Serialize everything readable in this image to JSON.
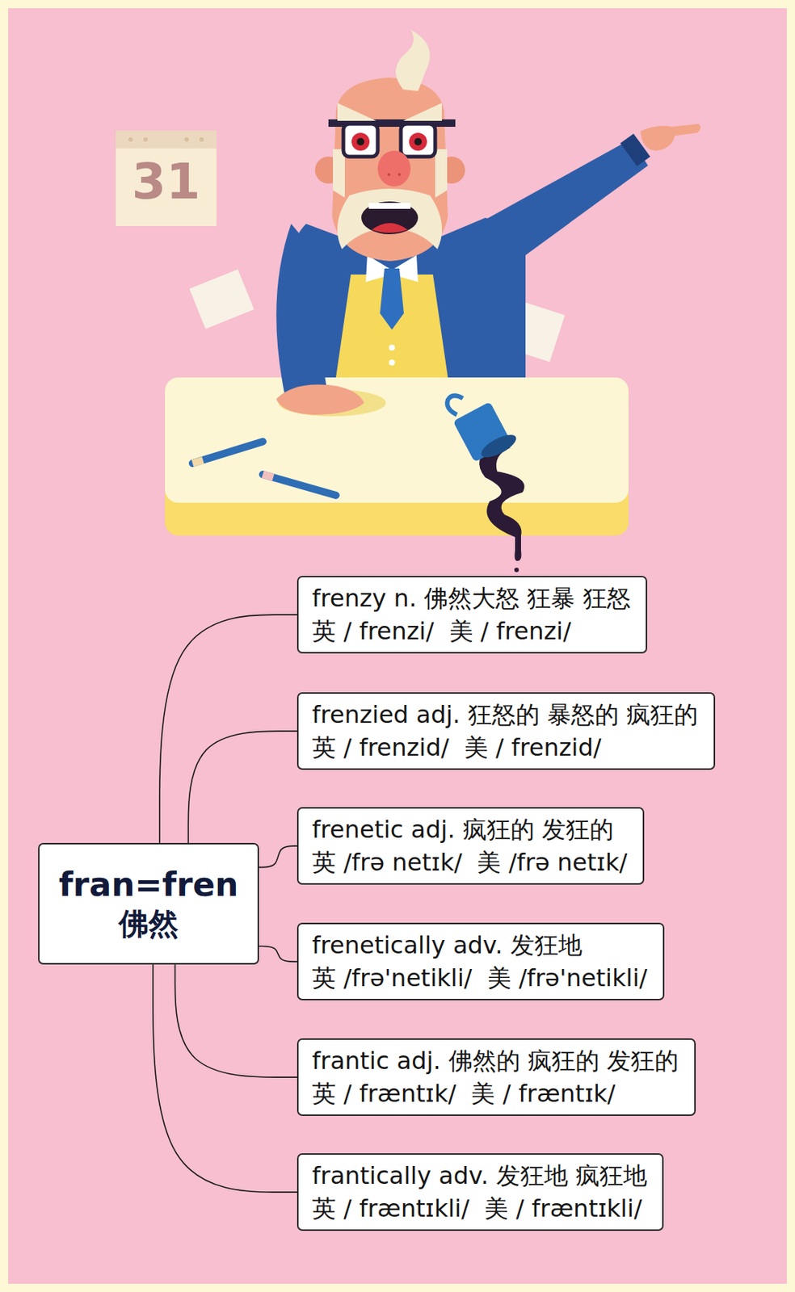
{
  "diagram": {
    "nodes": [
      {
        "text": [
          "fran=fren",
          "佛然"
        ]
      },
      {
        "text": [
          "frenzy n. 佛然大怒 狂暴 狂怒",
          "英 / frenzi/  美 / frenzi/"
        ]
      },
      {
        "text": [
          "frenzied adj. 狂怒的 暴怒的 疯狂的",
          "英 / frenzid/  美 / frenzid/"
        ]
      },
      {
        "text": [
          "frenetic adj. 疯狂的 发狂的",
          "英 /frə netɪk/  美 /frə netɪk/"
        ]
      },
      {
        "text": [
          "frenetically adv. 发狂地",
          "英 /frə'netikli/  美 /frə'netikli/"
        ]
      },
      {
        "text": [
          "frantic adj. 佛然的 疯狂的 发狂的",
          "英 / fræntɪk/  美 / fræntɪk/"
        ]
      },
      {
        "text": [
          "frantically adv. 发狂地 疯狂地",
          "英 / fræntɪkli/  美 / fræntɪkli/"
        ]
      }
    ],
    "edges": [
      {
        "from": 0,
        "to": 1,
        "arrow": "none"
      },
      {
        "from": 0,
        "to": 2,
        "arrow": "none"
      },
      {
        "from": 0,
        "to": 3,
        "arrow": "none"
      },
      {
        "from": 0,
        "to": 4,
        "arrow": "none"
      },
      {
        "from": 0,
        "to": 5,
        "arrow": "none"
      },
      {
        "from": 0,
        "to": 6,
        "arrow": "none"
      }
    ],
    "labels": [
      "31"
    ]
  }
}
